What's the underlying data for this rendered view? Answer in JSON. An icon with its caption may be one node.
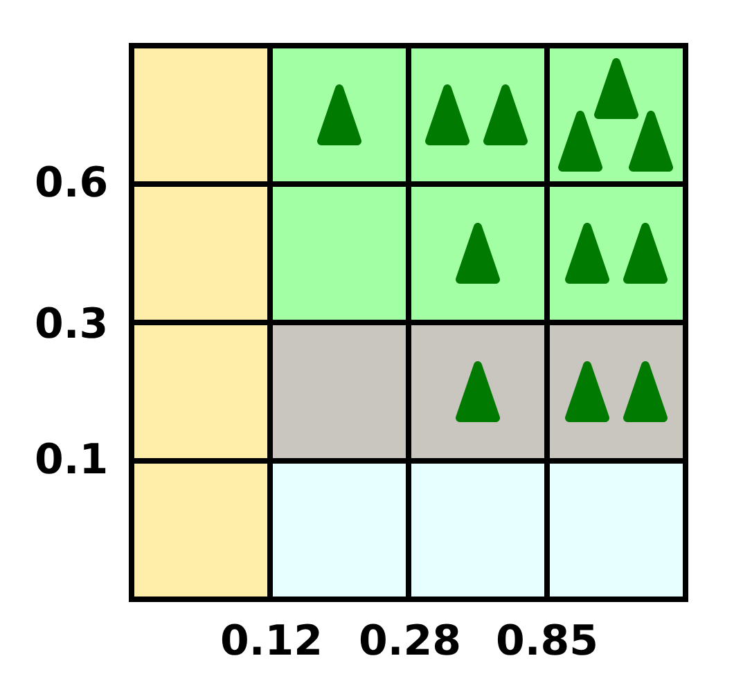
{
  "diagram": {
    "labels": [
      "0.6",
      "0.3",
      "0.1",
      "0.12",
      "0.28",
      "0.85"
    ]
  }
}
